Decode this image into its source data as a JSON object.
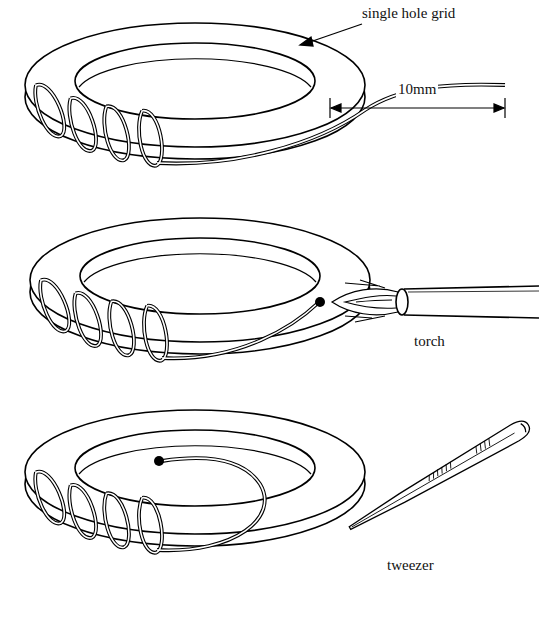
{
  "diagram": {
    "labels": [
      "single hole grid",
      "10mm",
      "torch",
      "tweezer"
    ]
  }
}
